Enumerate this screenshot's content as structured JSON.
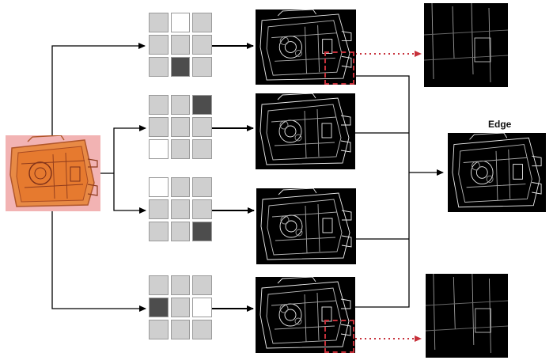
{
  "output": {
    "title": "Edge"
  },
  "kernels": [
    {
      "cells": [
        "g",
        "w",
        "g",
        "g",
        "g",
        "g",
        "g",
        "d",
        "g"
      ]
    },
    {
      "cells": [
        "g",
        "g",
        "d",
        "g",
        "g",
        "g",
        "w",
        "g",
        "g"
      ]
    },
    {
      "cells": [
        "w",
        "g",
        "g",
        "g",
        "g",
        "g",
        "g",
        "g",
        "d"
      ]
    },
    {
      "cells": [
        "g",
        "g",
        "g",
        "d",
        "g",
        "w",
        "g",
        "g",
        "g"
      ]
    }
  ],
  "colors": {
    "roi": "#c7303a",
    "xray_bg": "#f2b3b3",
    "xray_fg": "#e07830",
    "line": "#000000"
  }
}
